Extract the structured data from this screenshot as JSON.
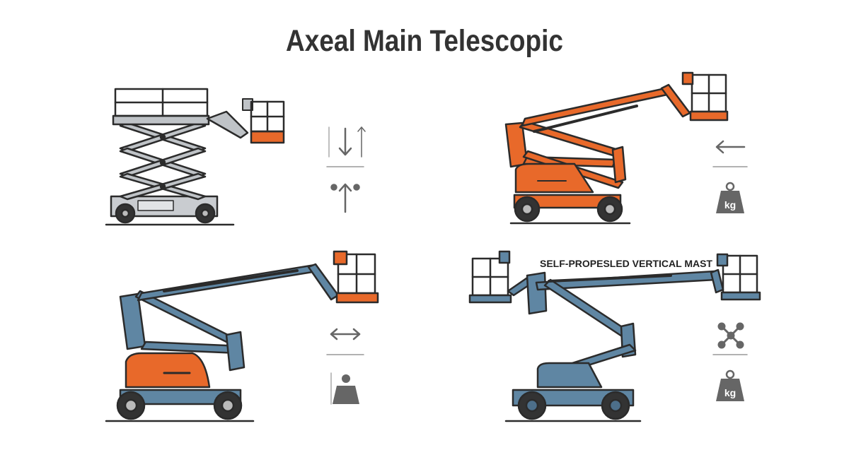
{
  "title": "Axeal Main Telescopic",
  "colors": {
    "outline": "#2b2b2b",
    "orange": "#e8692a",
    "steel_blue": "#5f86a3",
    "gray": "#bfc3c7",
    "icon_gray": "#666666"
  },
  "panels": [
    {
      "id": "scissor-lift",
      "icons": [
        "arrow-down-up-icon",
        "raise-arrow-icon"
      ]
    },
    {
      "id": "orange-articulating-boom",
      "icons": [
        "arrow-left-icon",
        "weight-kg-icon"
      ]
    },
    {
      "id": "blue-articulating-boom",
      "icons": [
        "arrow-left-right-icon",
        "load-weight-icon"
      ]
    },
    {
      "id": "vertical-mast-boom",
      "caption": "SELF-PROPESLED VERTICAL MAST",
      "icons": [
        "node-cross-icon",
        "weight-kg-icon"
      ]
    }
  ],
  "weight_label": "kg"
}
